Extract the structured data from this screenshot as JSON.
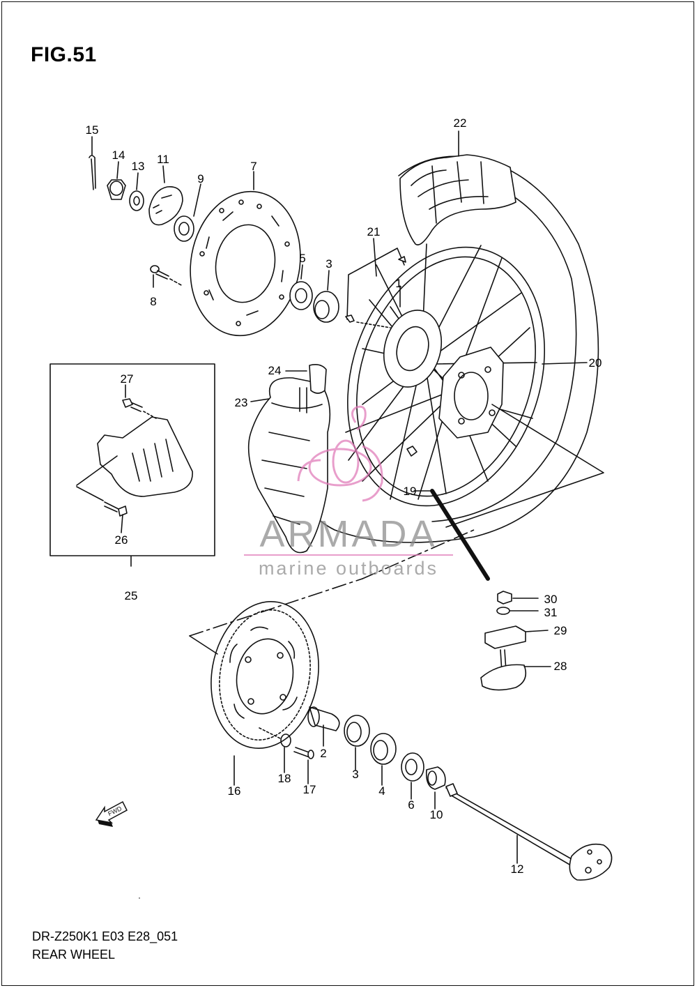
{
  "figure": {
    "title": "FIG.51",
    "model_code": "DR-Z250K1 E03 E28_051",
    "section_name": "REAR WHEEL"
  },
  "watermark": {
    "brand": "ARMADA",
    "tagline": "marine outboards",
    "accent_color": "#e07ab8"
  },
  "direction_marker": {
    "label": "FWD"
  },
  "callouts": [
    {
      "id": "1",
      "label": "1"
    },
    {
      "id": "2",
      "label": "2"
    },
    {
      "id": "3a",
      "label": "3"
    },
    {
      "id": "3b",
      "label": "3"
    },
    {
      "id": "4",
      "label": "4"
    },
    {
      "id": "5",
      "label": "5"
    },
    {
      "id": "6",
      "label": "6"
    },
    {
      "id": "7",
      "label": "7"
    },
    {
      "id": "8",
      "label": "8"
    },
    {
      "id": "9",
      "label": "9"
    },
    {
      "id": "10",
      "label": "10"
    },
    {
      "id": "11",
      "label": "11"
    },
    {
      "id": "12",
      "label": "12"
    },
    {
      "id": "13",
      "label": "13"
    },
    {
      "id": "14",
      "label": "14"
    },
    {
      "id": "15",
      "label": "15"
    },
    {
      "id": "16",
      "label": "16"
    },
    {
      "id": "17",
      "label": "17"
    },
    {
      "id": "18",
      "label": "18"
    },
    {
      "id": "19",
      "label": "19"
    },
    {
      "id": "20",
      "label": "20"
    },
    {
      "id": "21",
      "label": "21"
    },
    {
      "id": "22",
      "label": "22"
    },
    {
      "id": "23",
      "label": "23"
    },
    {
      "id": "24",
      "label": "24"
    },
    {
      "id": "25",
      "label": "25"
    },
    {
      "id": "26",
      "label": "26"
    },
    {
      "id": "27",
      "label": "27"
    },
    {
      "id": "28",
      "label": "28"
    },
    {
      "id": "29",
      "label": "29"
    },
    {
      "id": "30",
      "label": "30"
    },
    {
      "id": "31",
      "label": "31"
    }
  ]
}
